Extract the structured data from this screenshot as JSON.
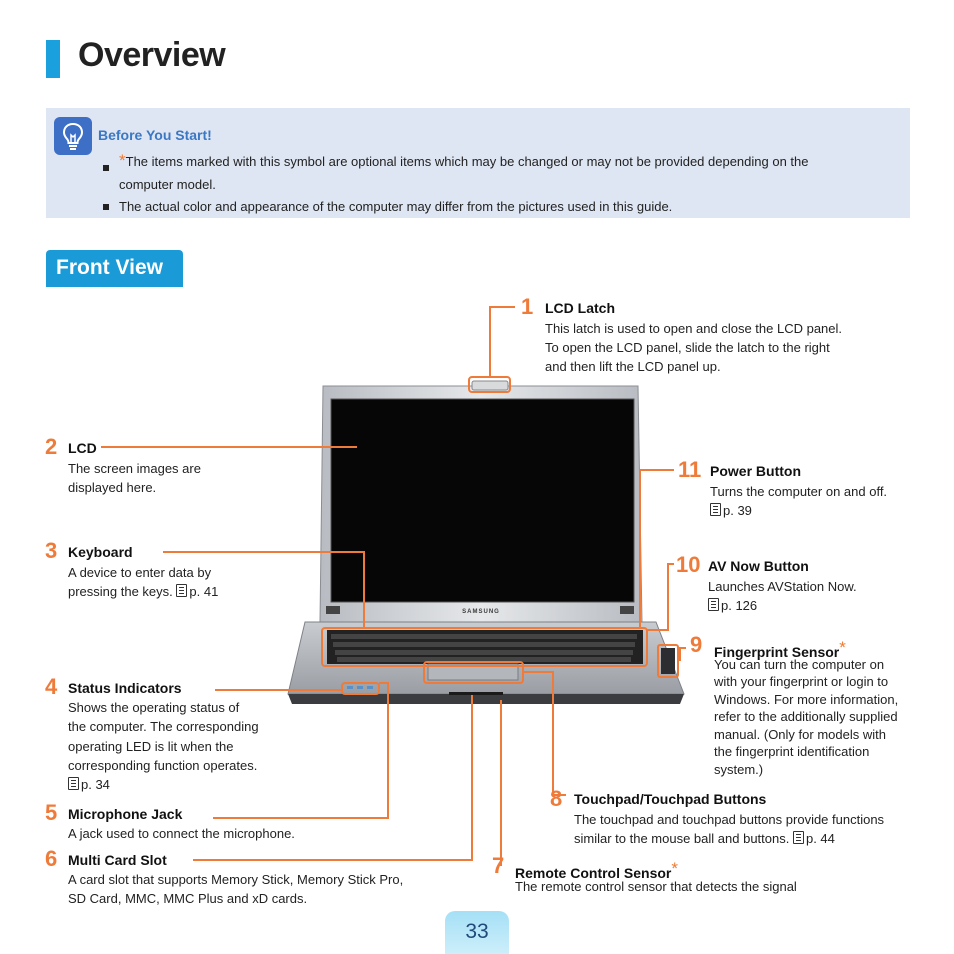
{
  "page": {
    "title": "Overview",
    "page_number": "33"
  },
  "notice": {
    "title": "Before You Start!",
    "icon": "lightbulb-icon",
    "star": "*",
    "bullet1_line1": "The items marked with this symbol are optional items which may be changed or may not be provided depending on the",
    "bullet1_line2": "computer model.",
    "bullet2": "The actual color and appearance of the computer may differ from the pictures used in this guide."
  },
  "section": {
    "title": "Front View"
  },
  "laptop": {
    "brand": "SAMSUNG"
  },
  "callouts": {
    "c1": {
      "num": "1",
      "label": "LCD Latch",
      "line1": "This latch is used to open and close the LCD panel.",
      "line2": "To open the LCD panel, slide the latch to the right",
      "line3": "and then lift the LCD panel up."
    },
    "c2": {
      "num": "2",
      "label": "LCD",
      "line1": "The screen images are",
      "line2": "displayed here."
    },
    "c3": {
      "num": "3",
      "label": "Keyboard",
      "line1": "A device to enter data by",
      "line2": "pressing the keys.",
      "ref": "p. 41"
    },
    "c4": {
      "num": "4",
      "label": "Status Indicators",
      "line1": "Shows the operating status of",
      "line2": "the computer. The corresponding",
      "line3": "operating LED is lit when the",
      "line4": "corresponding function operates.",
      "ref": "p. 34"
    },
    "c5": {
      "num": "5",
      "label": "Microphone Jack",
      "line1": "A jack used to connect the microphone."
    },
    "c6": {
      "num": "6",
      "label": "Multi Card Slot",
      "line1": "A card slot that supports Memory Stick, Memory Stick Pro,",
      "line2": "SD Card, MMC, MMC Plus and xD cards."
    },
    "c7": {
      "num": "7",
      "label": "Remote Control Sensor",
      "star": "*",
      "line1": "The remote control sensor that detects the signal"
    },
    "c8": {
      "num": "8",
      "label": "Touchpad/Touchpad Buttons",
      "line1": "The touchpad and touchpad buttons provide functions",
      "line2": "similar to the mouse ball and buttons.",
      "ref": "p. 44"
    },
    "c9": {
      "num": "9",
      "label": "Fingerprint Sensor",
      "star": "*",
      "line1": "You can turn the computer on",
      "line2": "with your fingerprint or login to",
      "line3": "Windows. For more information,",
      "line4": "refer to the additionally supplied",
      "line5": "manual. (Only for models with",
      "line6": "the fingerprint identification",
      "line7": "system.)"
    },
    "c10": {
      "num": "10",
      "label": "AV Now Button",
      "line1": "Launches AVStation Now.",
      "ref": "p. 126"
    },
    "c11": {
      "num": "11",
      "label": "Power Button",
      "line1": "Turns the computer on and off.",
      "ref": "p. 39"
    }
  },
  "colors": {
    "accent_blue": "#1aa0dc",
    "callout_orange": "#ef7b3a",
    "notice_bg": "#dfe6f3"
  }
}
